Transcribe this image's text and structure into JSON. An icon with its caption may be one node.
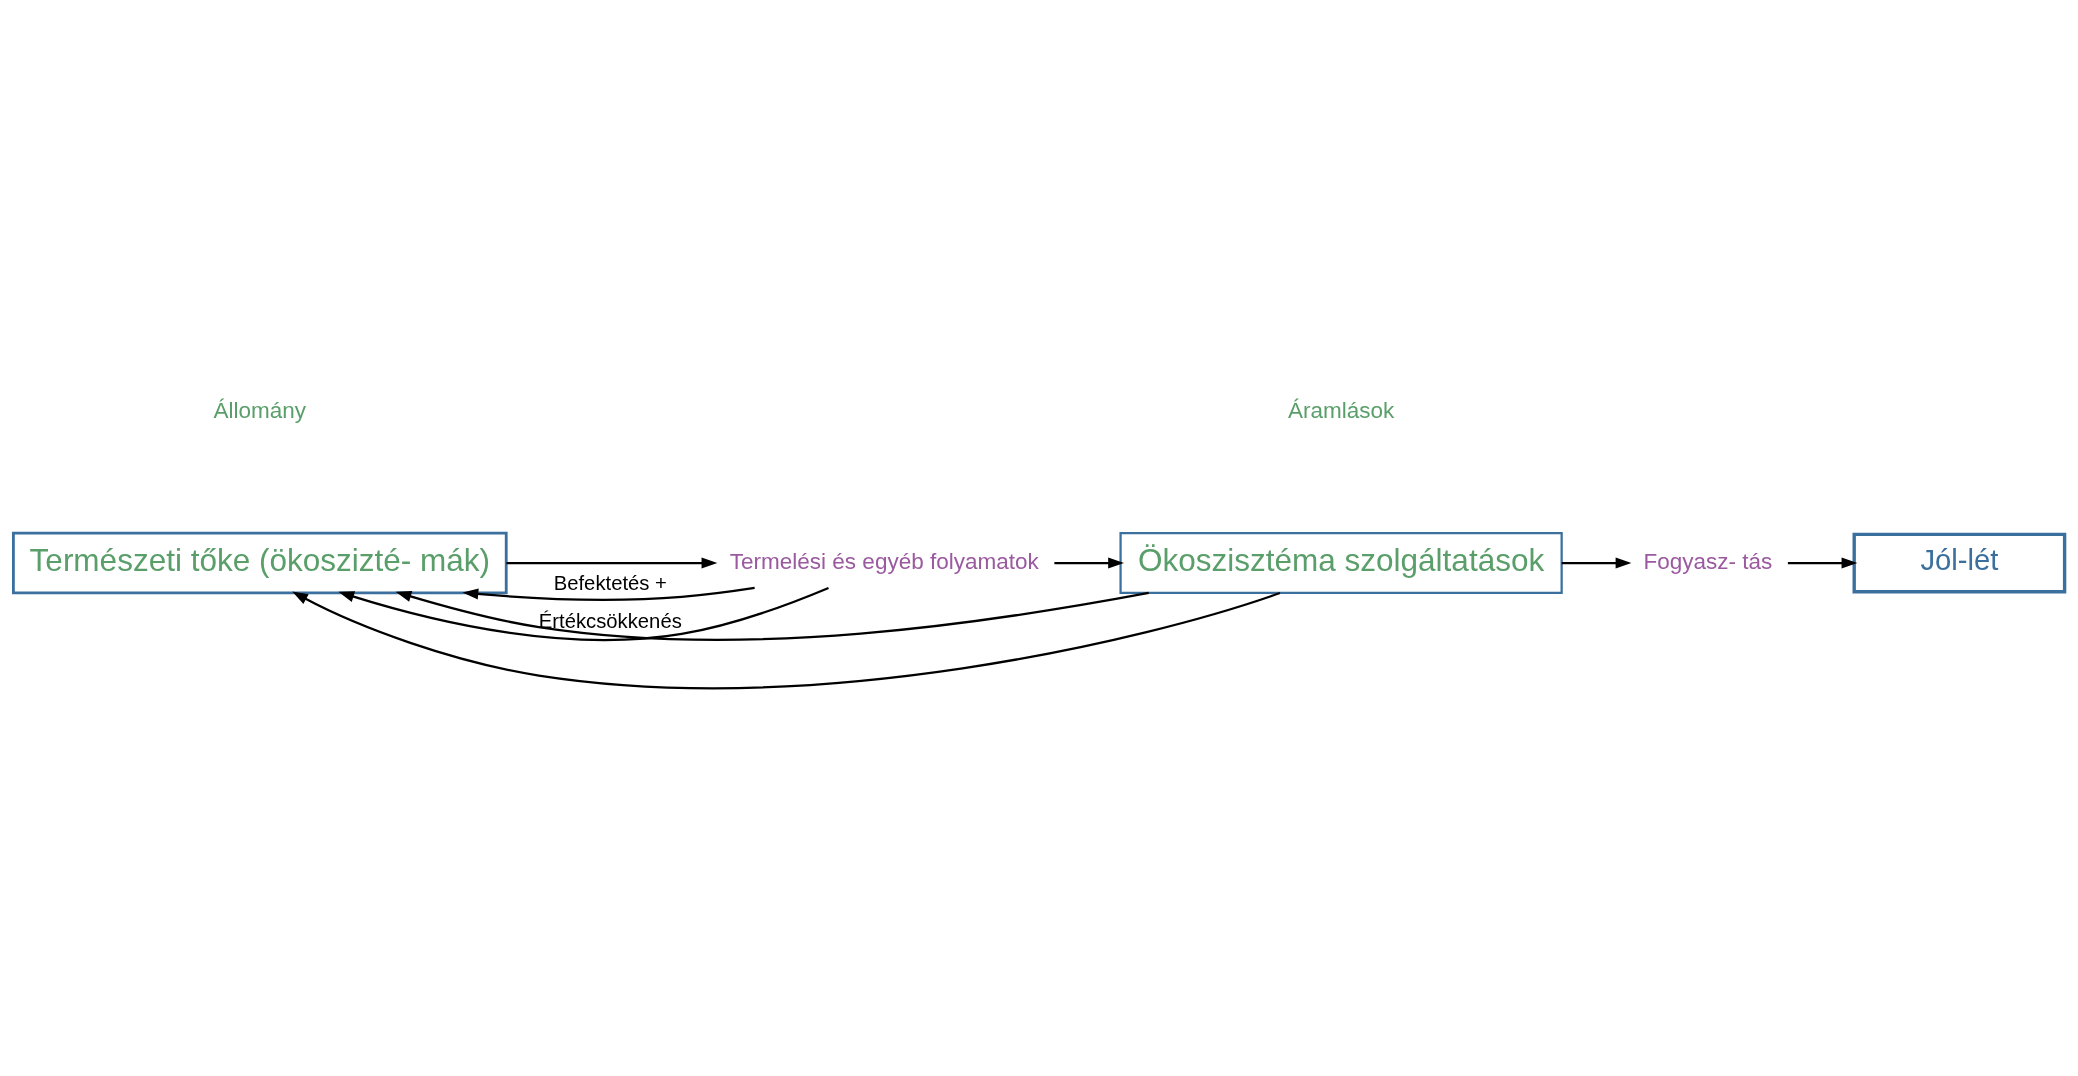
{
  "diagram": {
    "nodes": [
      {
        "text": [
          "Természeti tőke (ökoszizté- mák)"
        ]
      },
      {
        "text": [
          "Termelési és egyéb folyamatok"
        ]
      },
      {
        "text": [
          "Ökoszisztéma szolgáltatások"
        ]
      },
      {
        "text": [
          "Fogyasz- tás"
        ]
      },
      {
        "text": [
          "Jól-lét"
        ]
      }
    ],
    "edges": [
      {
        "from": 0,
        "to": 1,
        "arrow": "to"
      },
      {
        "from": 1,
        "to": 2,
        "arrow": "to"
      },
      {
        "from": 2,
        "to": 3,
        "arrow": "to"
      },
      {
        "from": 3,
        "to": 4,
        "arrow": "to"
      },
      {
        "from": 2,
        "to": 0,
        "arrow": "to"
      },
      {
        "from": 1,
        "to": 0,
        "arrow": "to",
        "label": "Befektetés +"
      },
      {
        "from": 2,
        "to": 0,
        "arrow": "to"
      },
      {
        "from": 1,
        "to": 0,
        "arrow": "to",
        "label": "Értékcsökkenés"
      }
    ],
    "labels": [
      "Állomány",
      "Áramlások"
    ]
  }
}
